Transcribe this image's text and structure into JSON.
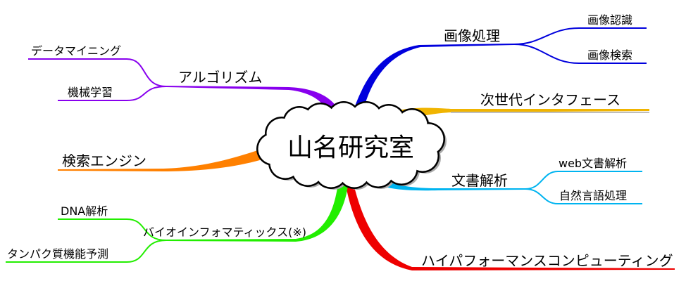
{
  "center": {
    "label": "山名研究室"
  },
  "branches": {
    "image_processing": {
      "label": "画像処理",
      "color": "#0000dd",
      "children": [
        "画像認識",
        "画像検索"
      ]
    },
    "next_gen_interface": {
      "label": "次世代インタフェース",
      "color": "#f0b400"
    },
    "document_analysis": {
      "label": "文書解析",
      "color": "#00b4f0",
      "children": [
        "web文書解析",
        "自然言語処理"
      ]
    },
    "hpc": {
      "label": "ハイパフォーマンスコンピューティング",
      "color": "#ee0000"
    },
    "algorithms": {
      "label": "アルゴリズム",
      "color": "#8800ee",
      "children": [
        "データマイニング",
        "機械学習"
      ]
    },
    "search_engine": {
      "label": "検索エンジン",
      "color": "#ff8000"
    },
    "bioinformatics": {
      "label": "バイオインフォマティックス(※)",
      "color": "#22ee00",
      "children": [
        "DNA解析",
        "タンパク質機能予測"
      ]
    }
  }
}
